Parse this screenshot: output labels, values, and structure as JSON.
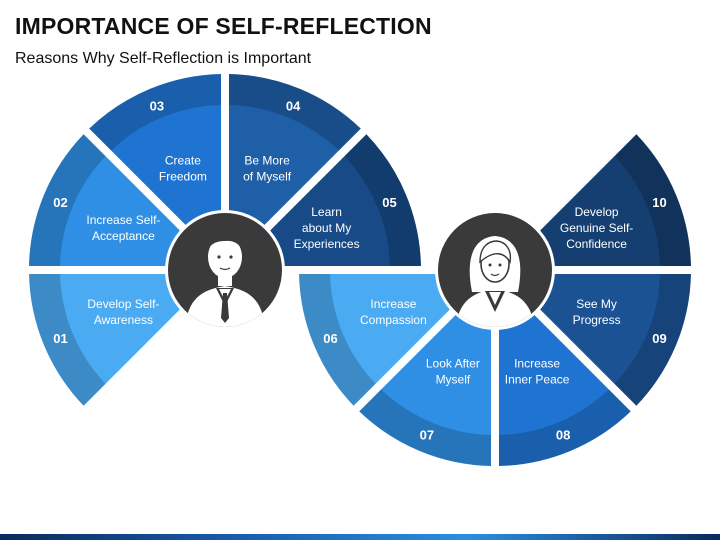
{
  "title": "IMPORTANCE OF SELF-REFLECTION",
  "subtitle": "Reasons Why Self-Reflection is Important",
  "icons": {
    "left": "businessman-icon",
    "right": "businesswoman-icon"
  },
  "colors": {
    "c01": "#4aaaf2",
    "c02": "#2f8fe5",
    "c03": "#1f74d2",
    "c04": "#1f5fa8",
    "c05": "#174a86",
    "c06": "#4aaaf2",
    "c07": "#2f8fe5",
    "c08": "#1f74d2",
    "c09": "#1b5294",
    "c10": "#153f70",
    "icon_disc": "#3a3a3a"
  },
  "segments": [
    {
      "number": "01",
      "line1": "Develop Self-",
      "line2": "Awareness",
      "color": "#4aaaf2"
    },
    {
      "number": "02",
      "line1": "Increase Self-",
      "line2": "Acceptance",
      "color": "#2f8fe5"
    },
    {
      "number": "03",
      "line1": "Create",
      "line2": "Freedom",
      "color": "#1f74d2"
    },
    {
      "number": "04",
      "line1": "Be More",
      "line2": "of Myself",
      "color": "#1f5fa8"
    },
    {
      "number": "05",
      "line1": "Learn",
      "line2": "about My",
      "line3": "Experiences",
      "color": "#174a86"
    },
    {
      "number": "06",
      "line1": "Increase",
      "line2": "Compassion",
      "color": "#4aaaf2"
    },
    {
      "number": "07",
      "line1": "Look After",
      "line2": "Myself",
      "color": "#2f8fe5"
    },
    {
      "number": "08",
      "line1": "Increase",
      "line2": "Inner Peace",
      "color": "#1f74d2"
    },
    {
      "number": "09",
      "line1": "See My",
      "line2": "Progress",
      "color": "#1b5294"
    },
    {
      "number": "10",
      "line1": "Develop",
      "line2": "Genuine Self-",
      "line3": "Confidence",
      "color": "#153f70"
    }
  ]
}
